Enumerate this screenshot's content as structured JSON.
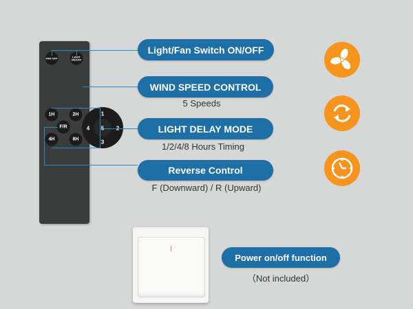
{
  "remote": {
    "buttons": {
      "fan_off": "FAN OFF",
      "light": "LIGHT ON/OFF",
      "one": "1",
      "two": "2",
      "three": "3",
      "four": "4",
      "five": "5",
      "h1": "1H",
      "h2": "2H",
      "fr": "F/R",
      "h4": "4H",
      "h8": "8H"
    }
  },
  "features": [
    {
      "label": "Light/Fan Switch ON/OFF",
      "sub": ""
    },
    {
      "label": "WIND SPEED CONTROL",
      "sub": "5 Speeds"
    },
    {
      "label": "LIGHT DELAY MODE",
      "sub": "1/2/4/8 Hours Timing"
    },
    {
      "label": "Reverse Control",
      "sub": "F (Downward) / R (Upward)"
    }
  ],
  "switch": {
    "label": "Power on/off function",
    "sub": "（Not included）"
  },
  "icons": [
    "fan-icon",
    "refresh-icon",
    "clock-icon"
  ],
  "colors": {
    "accent": "#f7941d",
    "pill": "#1d6fa5"
  }
}
